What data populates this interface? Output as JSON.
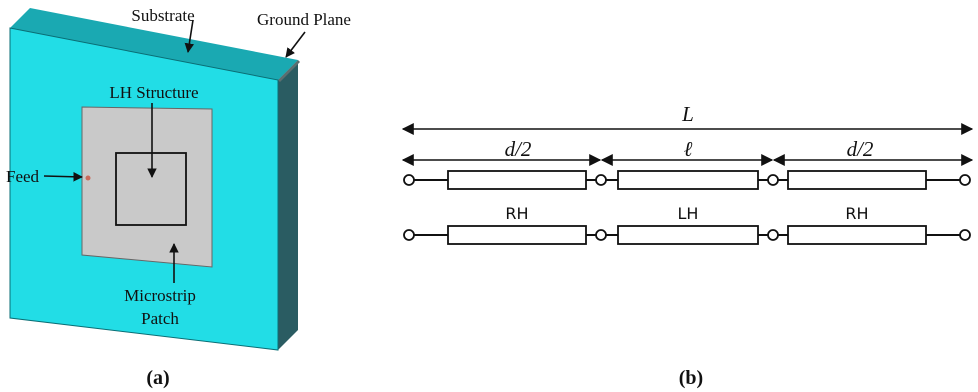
{
  "panel_a": {
    "labels": {
      "substrate": "Substrate",
      "ground_plane": "Ground Plane",
      "lh_structure": "LH Structure",
      "feed": "Feed",
      "microstrip_line1": "Microstrip",
      "microstrip_line2": "Patch"
    },
    "caption": "(a)",
    "colors": {
      "substrate": "#22dde6",
      "substrate_side": "#2a5c62",
      "patch": "#c9c9c9",
      "feed": "#c96a5a"
    }
  },
  "panel_b": {
    "dimensions": {
      "total": "L",
      "left": "d/2",
      "middle": "ℓ",
      "right": "d/2"
    },
    "segments": {
      "left": "RH",
      "middle": "LH",
      "right": "RH"
    },
    "caption": "(b)"
  }
}
